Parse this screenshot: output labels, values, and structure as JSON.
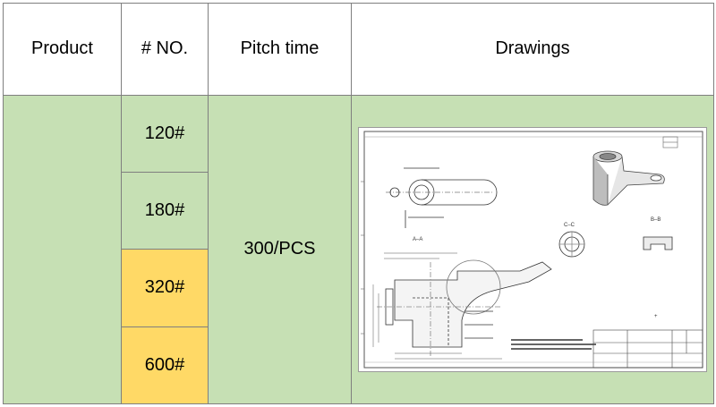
{
  "headers": {
    "product": "Product",
    "no": "# NO.",
    "pitch": "Pitch time",
    "drawings": "Drawings"
  },
  "rows": [
    {
      "no": "120#",
      "highlight": "#c6e0b4"
    },
    {
      "no": "180#",
      "highlight": "#c6e0b4"
    },
    {
      "no": "320#",
      "highlight": "#ffd966"
    },
    {
      "no": "600#",
      "highlight": "#ffd966"
    }
  ],
  "pitch_time": "300/PCS",
  "colors": {
    "green": "#c6e0b4",
    "yellow": "#ffd966",
    "border": "#7f7f7f"
  },
  "drawing": {
    "labels": {
      "section_aa": "A–A",
      "section_cc": "C–C",
      "section_bb": "B–B"
    }
  }
}
